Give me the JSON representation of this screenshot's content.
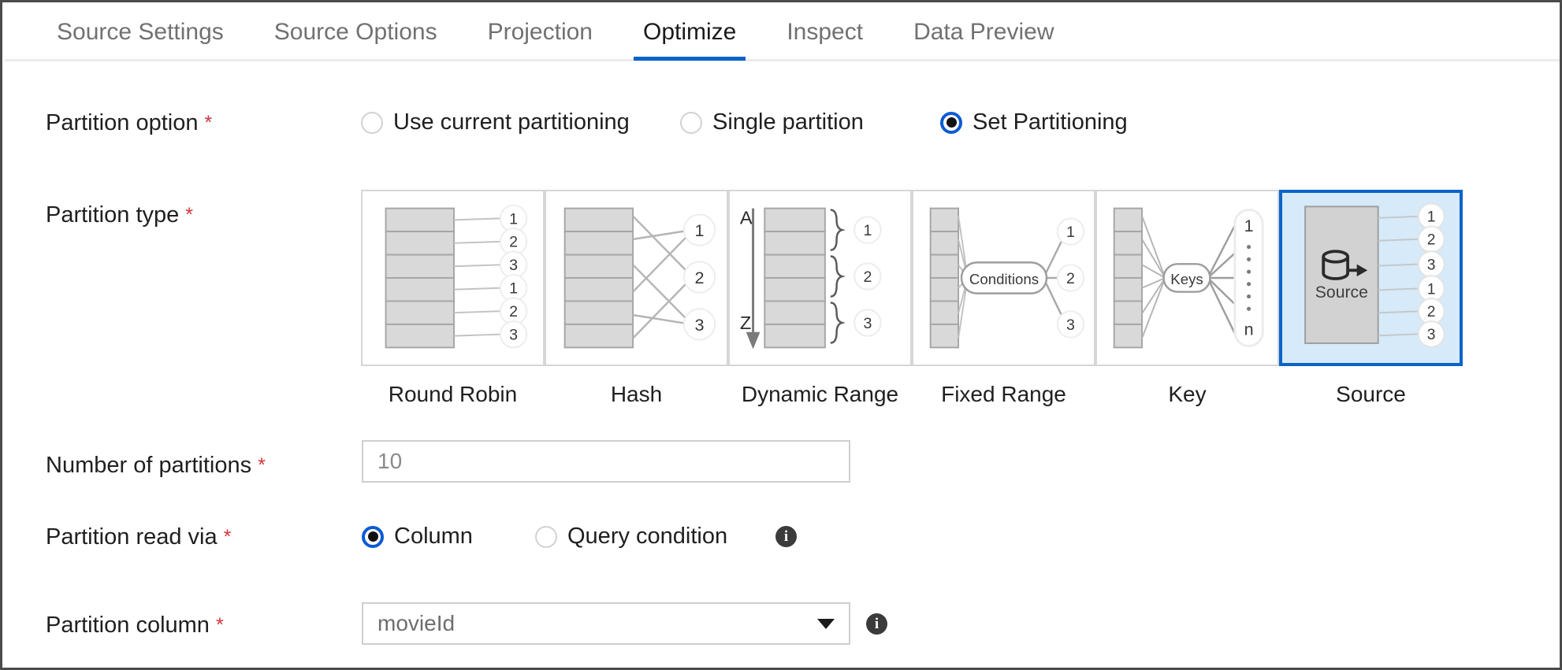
{
  "theme": {
    "accent": "#0a64c8",
    "selected_card_fill": "#d6eaf9",
    "required_marker_color": "#d13438",
    "radio_selected_ring": "#0a5bd3"
  },
  "tabs": [
    {
      "label": "Source Settings",
      "active": false
    },
    {
      "label": "Source Options",
      "active": false
    },
    {
      "label": "Projection",
      "active": false
    },
    {
      "label": "Optimize",
      "active": true
    },
    {
      "label": "Inspect",
      "active": false
    },
    {
      "label": "Data Preview",
      "active": false
    }
  ],
  "form": {
    "partition_option": {
      "label": "Partition option",
      "required": "*",
      "options": [
        {
          "label": "Use current partitioning",
          "selected": false
        },
        {
          "label": "Single partition",
          "selected": false
        },
        {
          "label": "Set Partitioning",
          "selected": true
        }
      ]
    },
    "partition_type": {
      "label": "Partition type",
      "required": "*",
      "cards": [
        {
          "label": "Round Robin",
          "selected": false
        },
        {
          "label": "Hash",
          "selected": false
        },
        {
          "label": "Dynamic Range",
          "selected": false
        },
        {
          "label": "Fixed Range",
          "selected": false
        },
        {
          "label": "Key",
          "selected": false
        },
        {
          "label": "Source",
          "selected": true
        }
      ],
      "diagram_text": {
        "round_robin_outputs": [
          "1",
          "2",
          "3",
          "1",
          "2",
          "3"
        ],
        "hash_outputs": [
          "1",
          "2",
          "3"
        ],
        "dynamic_range_start": "A",
        "dynamic_range_end": "Z",
        "dynamic_range_outputs": [
          "1",
          "2",
          "3"
        ],
        "fixed_range_node": "Conditions",
        "fixed_range_outputs": [
          "1",
          "2",
          "3"
        ],
        "key_node": "Keys",
        "key_range_first": "1",
        "key_range_last": "n",
        "source_node": "Source",
        "source_outputs": [
          "1",
          "2",
          "3",
          "1",
          "2",
          "3"
        ]
      }
    },
    "number_of_partitions": {
      "label": "Number of partitions",
      "required": "*",
      "value": "10"
    },
    "partition_read_via": {
      "label": "Partition read via",
      "required": "*",
      "options": [
        {
          "label": "Column",
          "selected": true
        },
        {
          "label": "Query condition",
          "selected": false
        }
      ],
      "info": "i"
    },
    "partition_column": {
      "label": "Partition column",
      "required": "*",
      "value": "movieId",
      "info": "i"
    }
  }
}
